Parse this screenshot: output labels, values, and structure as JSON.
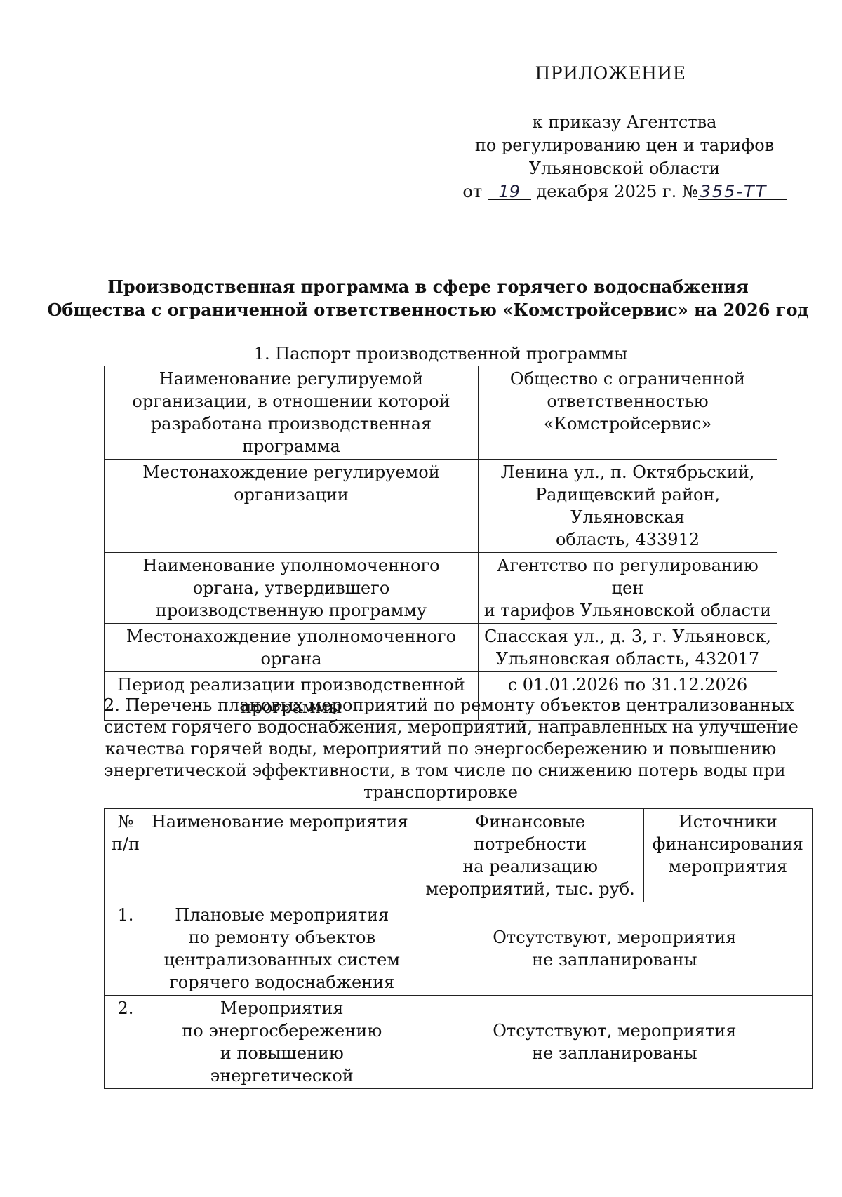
{
  "header": {
    "appendix_title": "ПРИЛОЖЕНИЕ",
    "order_ref": {
      "line1": "к приказу Агентства",
      "line2": "по регулированию цен и тарифов",
      "line3": "Ульяновской области",
      "date_prefix": "от",
      "handwritten_day": "19",
      "date_text": "декабря 2025 г. №",
      "handwritten_number": "355-ТТ"
    }
  },
  "title": {
    "line1": "Производственная программа в сфере горячего водоснабжения",
    "line2": "Общества с ограниченной ответственностью «Комстройсервис» на 2026 год"
  },
  "section1": {
    "title": "1. Паспорт производственной программы",
    "rows": [
      {
        "label": [
          "Наименование регулируемой",
          "организации, в отношении которой",
          "разработана производственная",
          "программа"
        ],
        "value": [
          "Общество с ограниченной",
          "ответственностью",
          "«Комстройсервис»"
        ]
      },
      {
        "label": [
          "Местонахождение регулируемой",
          "организации"
        ],
        "value": [
          "Ленина ул., п. Октябрьский,",
          "Радищевский район, Ульяновская",
          "область, 433912"
        ]
      },
      {
        "label": [
          "Наименование уполномоченного",
          "органа, утвердившего",
          "производственную программу"
        ],
        "value": [
          "Агентство по регулированию цен",
          "и тарифов Ульяновской области"
        ]
      },
      {
        "label": [
          "Местонахождение уполномоченного",
          "органа"
        ],
        "value": [
          "Спасская ул., д. 3, г. Ульяновск,",
          "Ульяновская область, 432017"
        ]
      },
      {
        "label": [
          "Период реализации производственной",
          "программы"
        ],
        "value": [
          "с 01.01.2026 по 31.12.2026"
        ]
      }
    ]
  },
  "section2": {
    "title_lines": [
      "2. Перечень плановых мероприятий по ремонту объектов централизованных",
      "систем горячего водоснабжения, мероприятий, направленных на улучшение",
      "качества горячей воды, мероприятий по энергосбережению и повышению",
      "энергетической эффективности, в том числе по снижению потерь воды при",
      "транспортировке"
    ],
    "headers": {
      "num": [
        "№",
        "п/п"
      ],
      "name": [
        "Наименование мероприятия"
      ],
      "finance": [
        "Финансовые",
        "потребности",
        "на реализацию",
        "мероприятий, тыс. руб."
      ],
      "source": [
        "Источники",
        "финансирования",
        "мероприятия"
      ]
    },
    "rows": [
      {
        "num": "1.",
        "name": [
          "Плановые мероприятия",
          "по ремонту объектов",
          "централизованных систем",
          "горячего водоснабжения"
        ],
        "merged": [
          "Отсутствуют, мероприятия",
          "не запланированы"
        ]
      },
      {
        "num": "2.",
        "name": [
          "Мероприятия",
          "по энергосбережению",
          "и повышению",
          "энергетической"
        ],
        "merged": [
          "Отсутствуют, мероприятия",
          "не запланированы"
        ]
      }
    ]
  }
}
